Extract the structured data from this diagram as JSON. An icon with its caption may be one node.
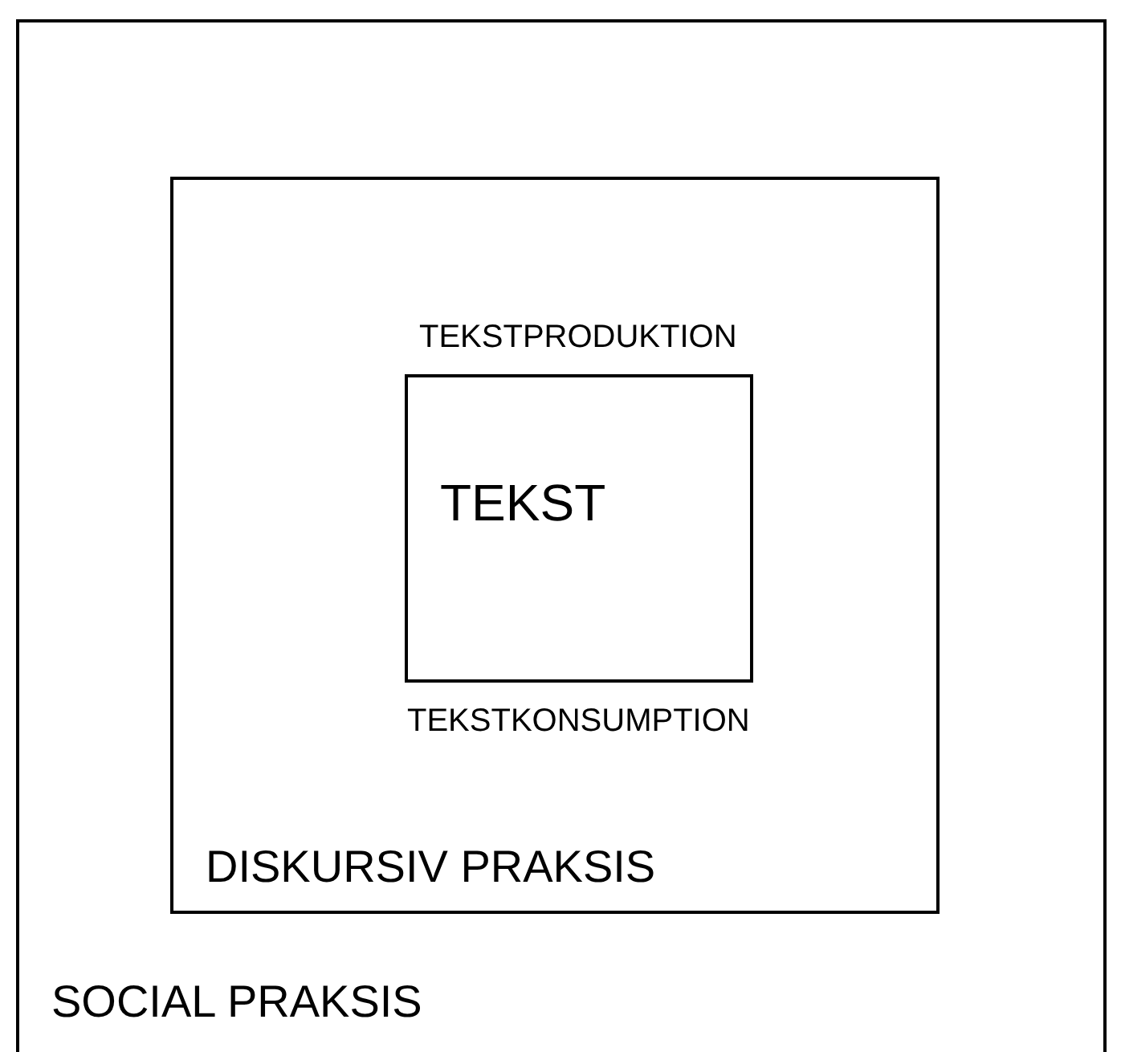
{
  "diagram": {
    "nodes": [
      {
        "text": [
          "SOCIAL PRAKSIS"
        ]
      },
      {
        "text": [
          "DISKURSIV PRAKSIS"
        ],
        "in": 0
      },
      {
        "text": [
          "TEKST"
        ],
        "in": 1,
        "beside": [
          "TEKSTPRODUKTION",
          "TEKSTKONSUMPTION"
        ]
      }
    ]
  }
}
